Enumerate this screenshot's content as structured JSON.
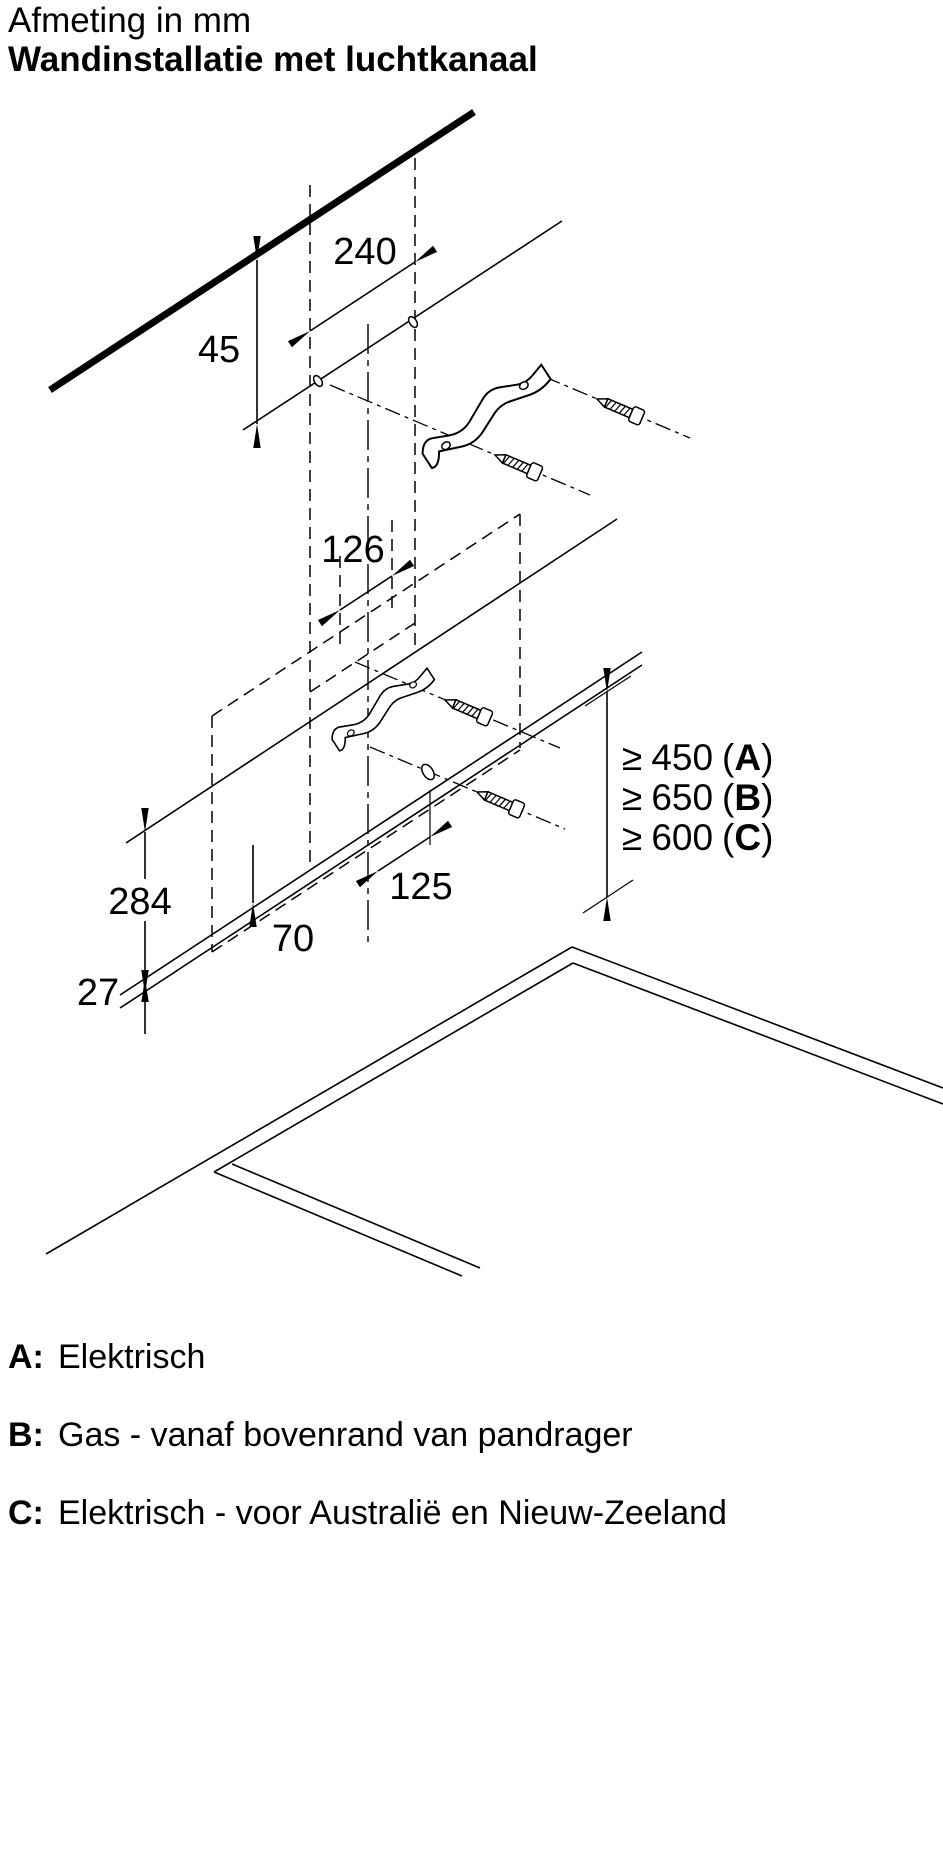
{
  "header": {
    "units_note": "Afmeting in mm",
    "title": "Wandinstallatie met luchtkanaal"
  },
  "dimensions": {
    "d240": "240",
    "d45": "45",
    "d126": "126",
    "d125": "125",
    "d284": "284",
    "d70": "70",
    "d27": "27"
  },
  "clearances": [
    {
      "sym": "≥",
      "val": "450",
      "open": "(",
      "key": "A",
      "close": ")"
    },
    {
      "sym": "≥",
      "val": "650",
      "open": "(",
      "key": "B",
      "close": ")"
    },
    {
      "sym": "≥",
      "val": "600",
      "open": "(",
      "key": "C",
      "close": ")"
    }
  ],
  "legend": [
    {
      "key": "A:",
      "text": "Elektrisch"
    },
    {
      "key": "B:",
      "text": "Gas - vanaf bovenrand van pandrager"
    },
    {
      "key": "C:",
      "text": "Elektrisch - voor Australië en Nieuw-Zeeland"
    }
  ]
}
